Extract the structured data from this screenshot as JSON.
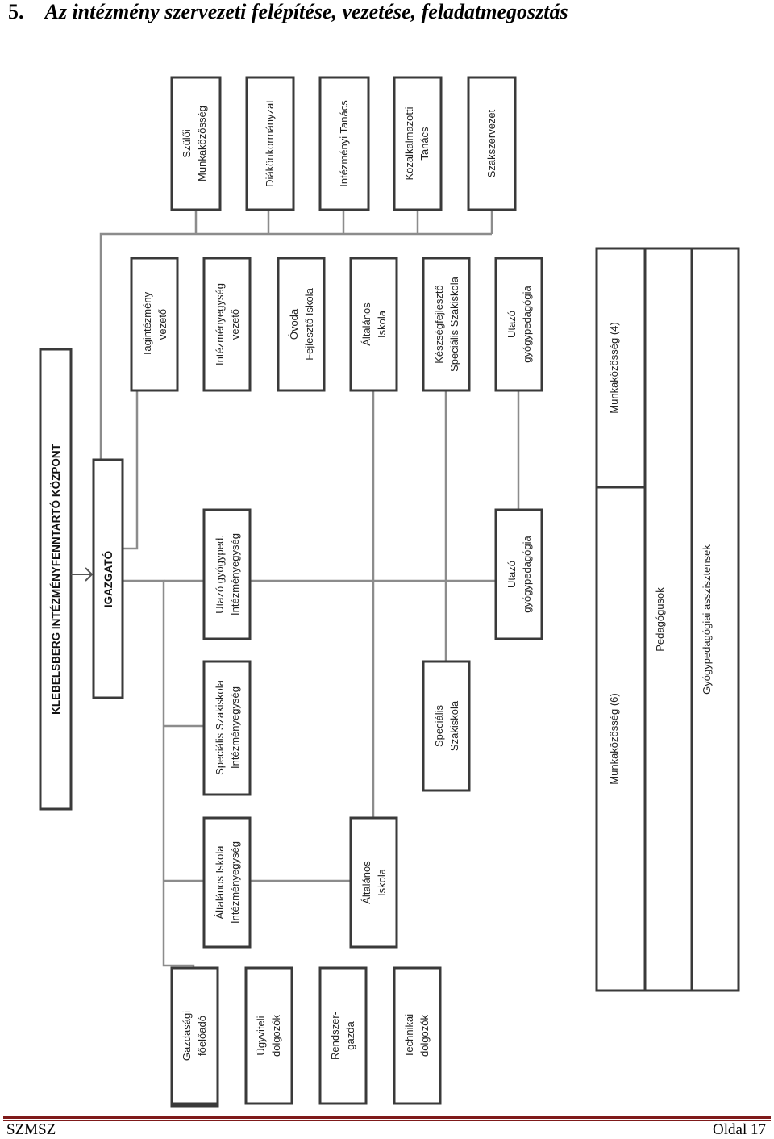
{
  "section": {
    "number": "5.",
    "title": "Az intézmény szervezeti felépítése, vezetése, feladatmegosztás"
  },
  "org": {
    "top": "KLEBELSBERG INTÉZMÉNYFENNTARTÓ KÖZPONT",
    "director": "IGAZGATÓ",
    "councils": [
      {
        "line1": "Szülői",
        "line2": "Munkaközösség"
      },
      {
        "line1": "Diákönkormányzat",
        "line2": ""
      },
      {
        "line1": "Intézményi Tanács",
        "line2": ""
      },
      {
        "line1": "Közalkalmazotti",
        "line2": "Tanács"
      },
      {
        "line1": "Szakszervezet",
        "line2": ""
      }
    ],
    "leaders": [
      {
        "line1": "Tagintézmény",
        "line2": "vezető"
      },
      {
        "line1": "Intézményegység",
        "line2": "vezető"
      },
      {
        "line1": "Óvoda",
        "line2": "Fejlesztő Iskola"
      },
      {
        "line1": "Általános",
        "line2": "Iskola"
      },
      {
        "line1": "Készségfejlesztő",
        "line2": "Speciális Szakiskola"
      },
      {
        "line1": "Utazó",
        "line2": "gyógypedagógia"
      }
    ],
    "units": [
      {
        "line1": "Utazó gyógyped.",
        "line2": "Intézményegység"
      },
      {
        "line1": "Speciális Szakiskola",
        "line2": "Intézményegység"
      },
      {
        "line1": "Általános Iskola",
        "line2": "Intézményegység"
      }
    ],
    "subunits": [
      {
        "line1": "Utazó",
        "line2": "gyógypedagógia"
      },
      {
        "line1": "Speciális",
        "line2": "Szakiskola"
      },
      {
        "line1": "Általános",
        "line2": "Iskola"
      }
    ],
    "staff": [
      {
        "line1": "Gazdasági",
        "line2": "főelőadó"
      },
      {
        "line1": "Ügyviteli",
        "line2": "dolgozók"
      },
      {
        "line1": "Rendszer-",
        "line2": "gazda"
      },
      {
        "line1": "Technikai",
        "line2": "dolgozók"
      }
    ],
    "work_groups": {
      "group4": "Munkaközösség (4)",
      "group6": "Munkaközösség (6)",
      "teachers": "Pedagógusok",
      "assistants": "Gyógypedagógiai asszisztensek"
    }
  },
  "footer": {
    "left": "SZMSZ",
    "right": "Oldal 17"
  }
}
